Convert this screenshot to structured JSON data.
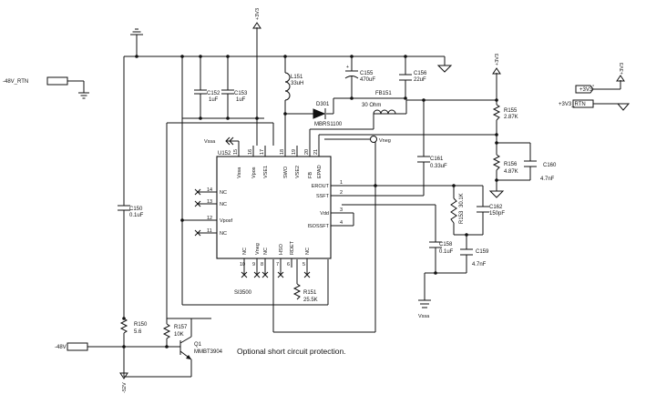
{
  "labels": {
    "rtn48": "-48V_RTN",
    "v48": "-48V",
    "p3v3_top": "+3V3",
    "p3v3_right": "+3V3",
    "p3v3_rtn": "+3V3_RTN",
    "p3v3_mid": "+3V3",
    "m52v": "-52V",
    "vssa_arrow": "Vssa",
    "vssa_bottom": "Vssa",
    "vneg": "Vneg"
  },
  "components": {
    "c152": {
      "ref": "C152",
      "val": "1uF"
    },
    "c153": {
      "ref": "C153",
      "val": "1uF"
    },
    "l151": {
      "ref": "L151",
      "val": "33uH"
    },
    "c155": {
      "ref": "C155",
      "val": "470uF"
    },
    "c156": {
      "ref": "C156",
      "val": "22uF"
    },
    "d301": {
      "ref": "D301",
      "val": "MBRS1100"
    },
    "fb151": {
      "ref": "FB151",
      "val": "30 Ohm"
    },
    "r155": {
      "ref": "R155",
      "val": "2.87K"
    },
    "r156": {
      "ref": "R156",
      "val": "4.87K"
    },
    "c160": {
      "ref": "C160",
      "val": "4.7nF"
    },
    "c161": {
      "ref": "C161",
      "val": "0.33uF"
    },
    "c150": {
      "ref": "C150",
      "val": "0.1uF"
    },
    "r153": {
      "ref": "R153",
      "val": "30.1K"
    },
    "c162": {
      "ref": "C162",
      "val": "150pF"
    },
    "c158": {
      "ref": "C158",
      "val": "0.1uF"
    },
    "c159": {
      "ref": "C159",
      "val": "4.7nF"
    },
    "r151": {
      "ref": "R151",
      "val": "25.5K"
    },
    "r150": {
      "ref": "R150",
      "val": "5.6"
    },
    "r157": {
      "ref": "R157",
      "val": "10K"
    },
    "q1": {
      "ref": "Q1",
      "val": "MMBT3904"
    }
  },
  "ic": {
    "ref": "U152",
    "part": "SI3500",
    "top_pins": [
      {
        "num": "15",
        "name": "Vssa"
      },
      {
        "num": "16",
        "name": "Vpos"
      },
      {
        "num": "17",
        "name": "VSE1"
      },
      {
        "num": "18",
        "name": "SWO"
      },
      {
        "num": "19",
        "name": "VSE2"
      },
      {
        "num": "20",
        "name": "FB"
      },
      {
        "num": "21",
        "name": "EPAD"
      }
    ],
    "left_pins": [
      {
        "num": "14",
        "name": "NC"
      },
      {
        "num": "13",
        "name": "NC"
      },
      {
        "num": "12",
        "name": "Vposf"
      },
      {
        "num": "11",
        "name": "NC"
      }
    ],
    "right_pins": [
      {
        "num": "1",
        "name": "EROUT"
      },
      {
        "num": "2",
        "name": "SSFT"
      },
      {
        "num": "3",
        "name": "Vdd"
      },
      {
        "num": "4",
        "name": "ISOSSFT"
      }
    ],
    "bottom_pins": [
      {
        "num": "10",
        "name": "NC"
      },
      {
        "num": "9",
        "name": "Vneg"
      },
      {
        "num": "8",
        "name": "NC"
      },
      {
        "num": "7",
        "name": "HSO"
      },
      {
        "num": "6",
        "name": "RDET"
      },
      {
        "num": "5",
        "name": "NC"
      }
    ]
  },
  "note": "Optional short circuit protection."
}
